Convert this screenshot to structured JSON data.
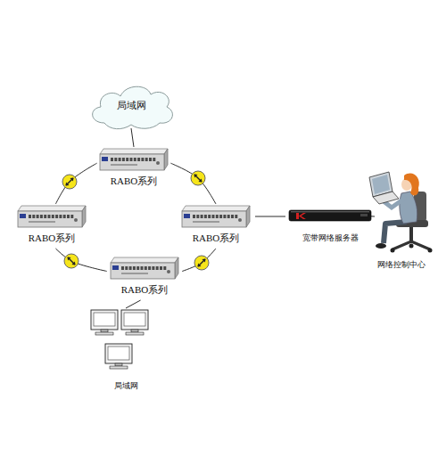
{
  "diagram": {
    "nodes": [
      {
        "text": [
          "局域网"
        ]
      },
      {
        "text": [
          "RABO系列"
        ]
      },
      {
        "text": [
          "RABO系列"
        ]
      },
      {
        "text": [
          "RABO系列"
        ]
      },
      {
        "text": [
          "宽带网络服务器"
        ]
      },
      {
        "text": [
          "网络控制中心"
        ]
      },
      {
        "text": [
          "RABO系列"
        ]
      },
      {
        "text": [
          "局域网"
        ]
      }
    ],
    "edges": [
      {
        "from": 0,
        "to": 1,
        "arrow": "none"
      },
      {
        "from": 1,
        "to": 2,
        "arrow": "none"
      },
      {
        "from": 1,
        "to": 3,
        "arrow": "none"
      },
      {
        "from": 2,
        "to": 6,
        "arrow": "none"
      },
      {
        "from": 3,
        "to": 6,
        "arrow": "none"
      },
      {
        "from": 3,
        "to": 4,
        "arrow": "none"
      },
      {
        "from": 4,
        "to": 5,
        "arrow": "none"
      },
      {
        "from": 6,
        "to": 7,
        "arrow": "none"
      }
    ]
  }
}
